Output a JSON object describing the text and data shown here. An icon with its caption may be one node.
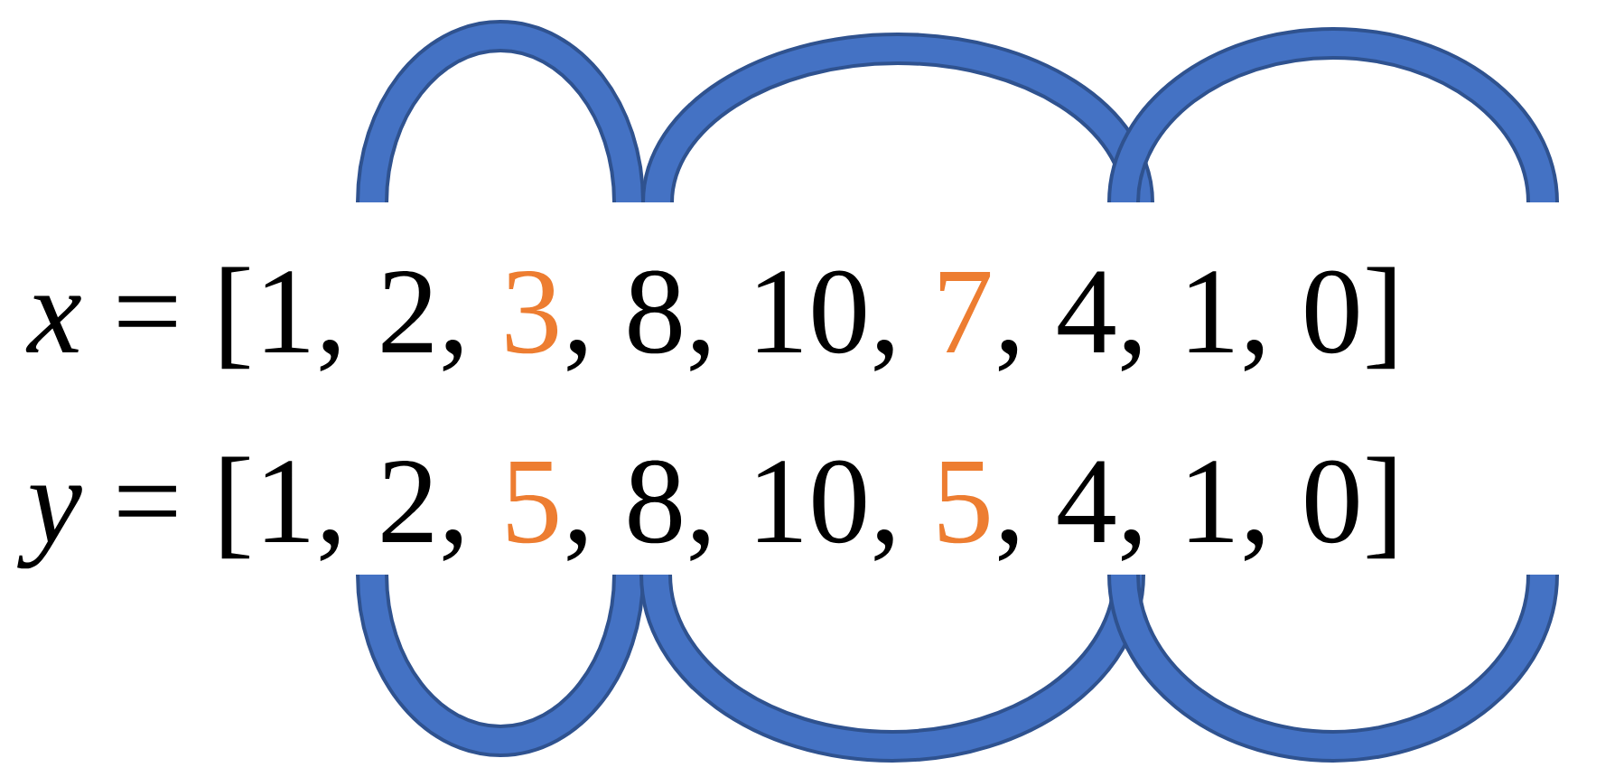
{
  "diagram": {
    "labels": [
      "*x* = [",
      "1, 2, ",
      "3",
      ", 8, 10, ",
      "7",
      ", 4, 1, 0]",
      "*y* = [",
      "1, 2, ",
      "5",
      ", 8, 10, ",
      "5",
      ", 4, 1, 0]"
    ]
  }
}
